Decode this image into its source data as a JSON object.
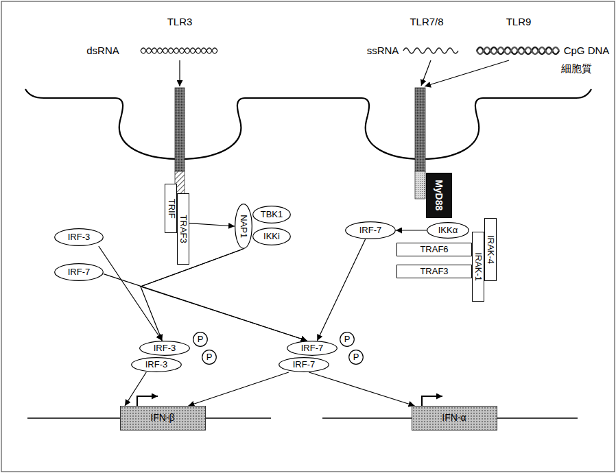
{
  "diagram": {
    "nodes": [
      {
        "text": [
          "TRIF"
        ]
      },
      {
        "text": [
          "TRAF3"
        ]
      },
      {
        "text": [
          "NAP1"
        ]
      },
      {
        "text": [
          "TBK1"
        ]
      },
      {
        "text": [
          "IKKi"
        ]
      },
      {
        "text": [
          "IRF-3"
        ]
      },
      {
        "text": [
          "IRF-7"
        ]
      },
      {
        "text": [
          "MyD88"
        ]
      },
      {
        "text": [
          "IKKα"
        ]
      },
      {
        "text": [
          "IRF-7"
        ]
      },
      {
        "text": [
          "TRAF6"
        ]
      },
      {
        "text": [
          "TRAF3"
        ]
      },
      {
        "text": [
          "IRAK-1"
        ]
      },
      {
        "text": [
          "IRAK-4"
        ]
      },
      {
        "text": [
          "IRF-3"
        ]
      },
      {
        "text": [
          "IRF-3"
        ]
      },
      {
        "text": [
          "P"
        ]
      },
      {
        "text": [
          "P"
        ]
      },
      {
        "text": [
          "IRF-7"
        ]
      },
      {
        "text": [
          "IRF-7"
        ]
      },
      {
        "text": [
          "P"
        ]
      },
      {
        "text": [
          "P"
        ]
      },
      {
        "text": [
          "IFN-β"
        ]
      },
      {
        "text": [
          "IFN-α"
        ]
      }
    ],
    "edges": [
      {
        "from": 1,
        "to": 2,
        "arrow": "to"
      },
      {
        "from": 2,
        "to": 14,
        "arrow": "to"
      },
      {
        "from": 2,
        "to": 18,
        "arrow": "to"
      },
      {
        "from": 5,
        "to": 14,
        "arrow": "to"
      },
      {
        "from": 6,
        "to": 18,
        "arrow": "to"
      },
      {
        "from": 8,
        "to": 9,
        "arrow": "to"
      },
      {
        "from": 9,
        "to": 18,
        "arrow": "to"
      },
      {
        "from": 15,
        "to": 22,
        "arrow": "to"
      },
      {
        "from": 19,
        "to": 22,
        "arrow": "to"
      },
      {
        "from": 19,
        "to": 23,
        "arrow": "to"
      }
    ],
    "labels": [
      "TLR3",
      "dsRNA",
      "TLR7/8",
      "TLR9",
      "ssRNA",
      "CpG DNA",
      "細胞質"
    ]
  }
}
